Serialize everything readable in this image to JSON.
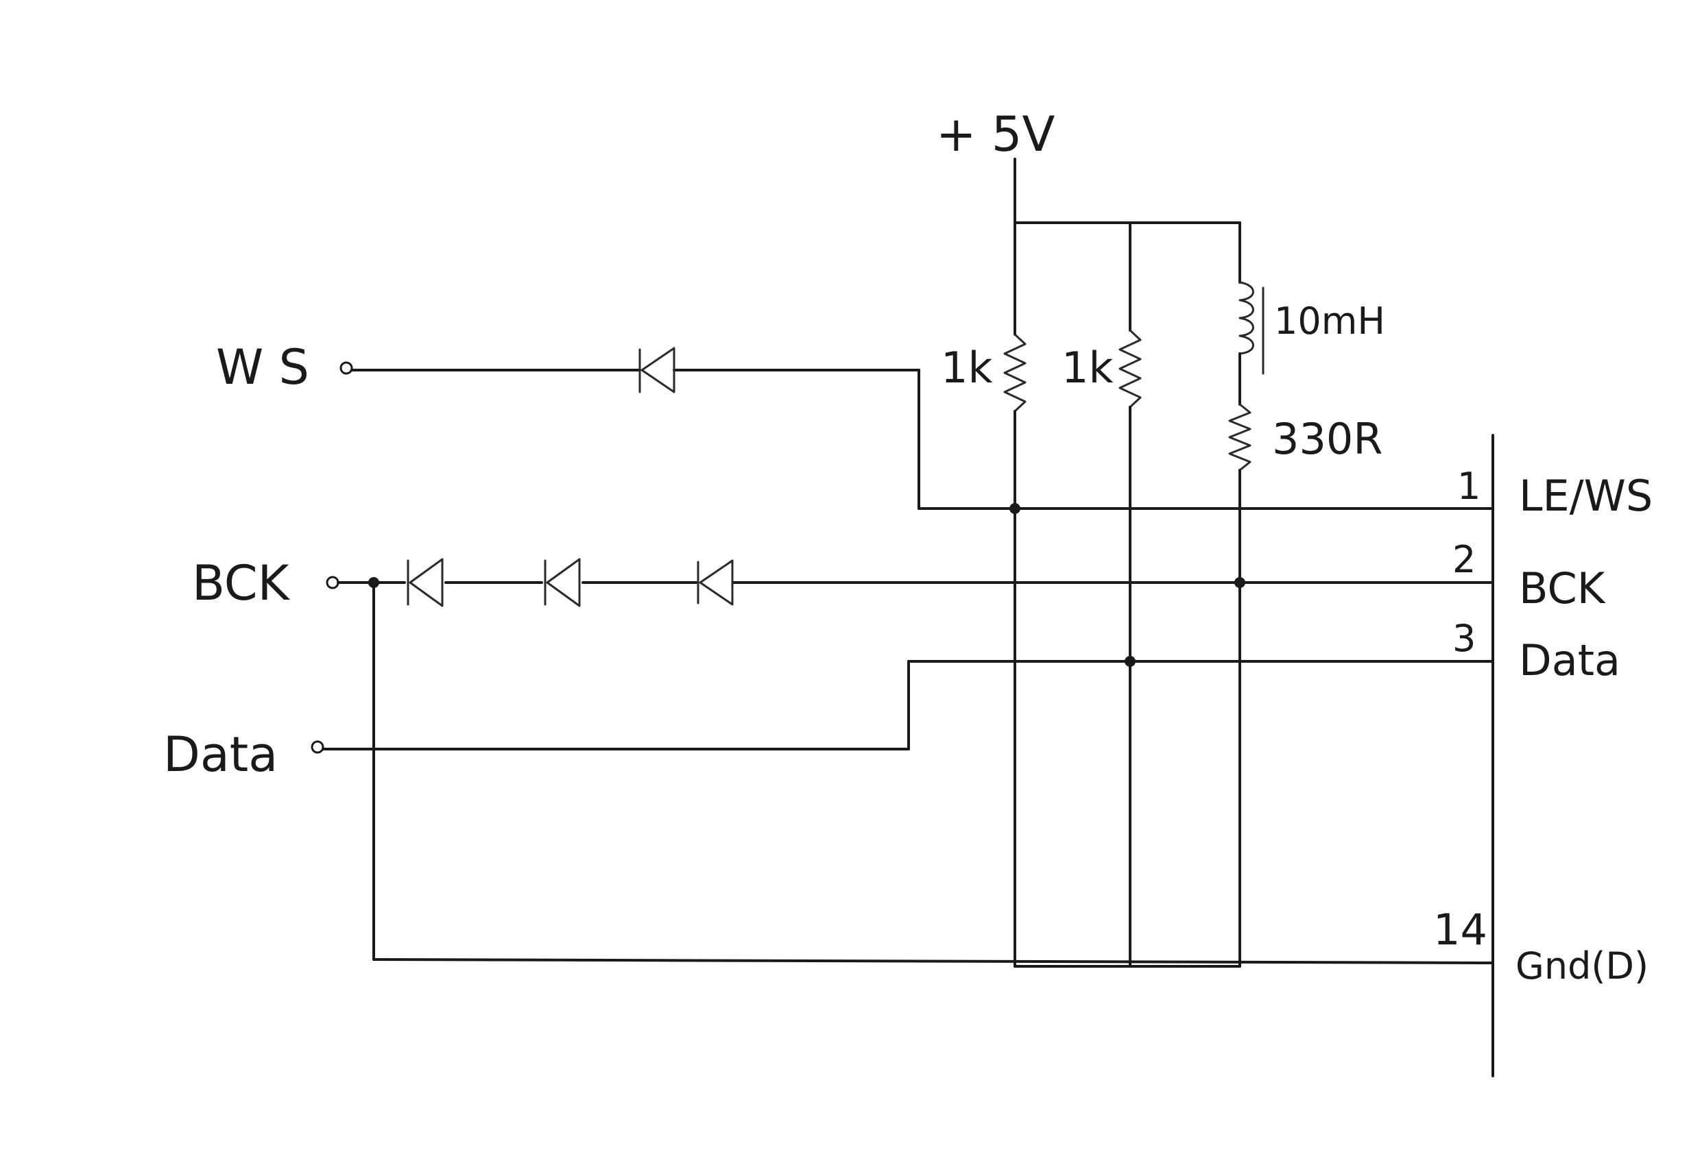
{
  "supply": {
    "label": "+ 5V"
  },
  "inputs": {
    "ws": "W S",
    "bck": "BCK",
    "data": "Data"
  },
  "components": {
    "r1": "1k",
    "r2": "1k",
    "inductor": "10mH",
    "r3": "330R"
  },
  "connector": {
    "pins": [
      {
        "number": "1",
        "name": "LE/WS"
      },
      {
        "number": "2",
        "name": "BCK"
      },
      {
        "number": "3",
        "name": "Data"
      },
      {
        "number": "14",
        "name": "Gnd(D)"
      }
    ]
  }
}
